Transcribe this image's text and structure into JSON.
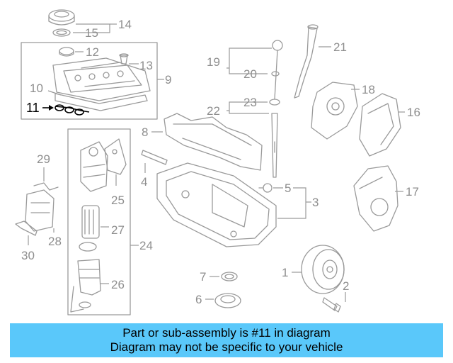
{
  "callouts": {
    "c1": "1",
    "c2": "2",
    "c3": "3",
    "c4": "4",
    "c5": "5",
    "c6": "6",
    "c7": "7",
    "c8": "8",
    "c9": "9",
    "c10": "10",
    "c11": "11",
    "c12": "12",
    "c13": "13",
    "c14": "14",
    "c15": "15",
    "c16": "16",
    "c17": "17",
    "c18": "18",
    "c19": "19",
    "c20": "20",
    "c21": "21",
    "c22": "22",
    "c23": "23",
    "c24": "24",
    "c25": "25",
    "c26": "26",
    "c27": "27",
    "c28": "28",
    "c29": "29",
    "c30": "30"
  },
  "highlighted_part": "11",
  "colors": {
    "banner": "#5ac8fa",
    "lines": "#9a9a9a",
    "labels": "#8e8e8e",
    "highlight": "#000000"
  },
  "banner": {
    "line1": "Part or sub-assembly is #11 in diagram",
    "line2": "Diagram may not be specific to your vehicle"
  }
}
